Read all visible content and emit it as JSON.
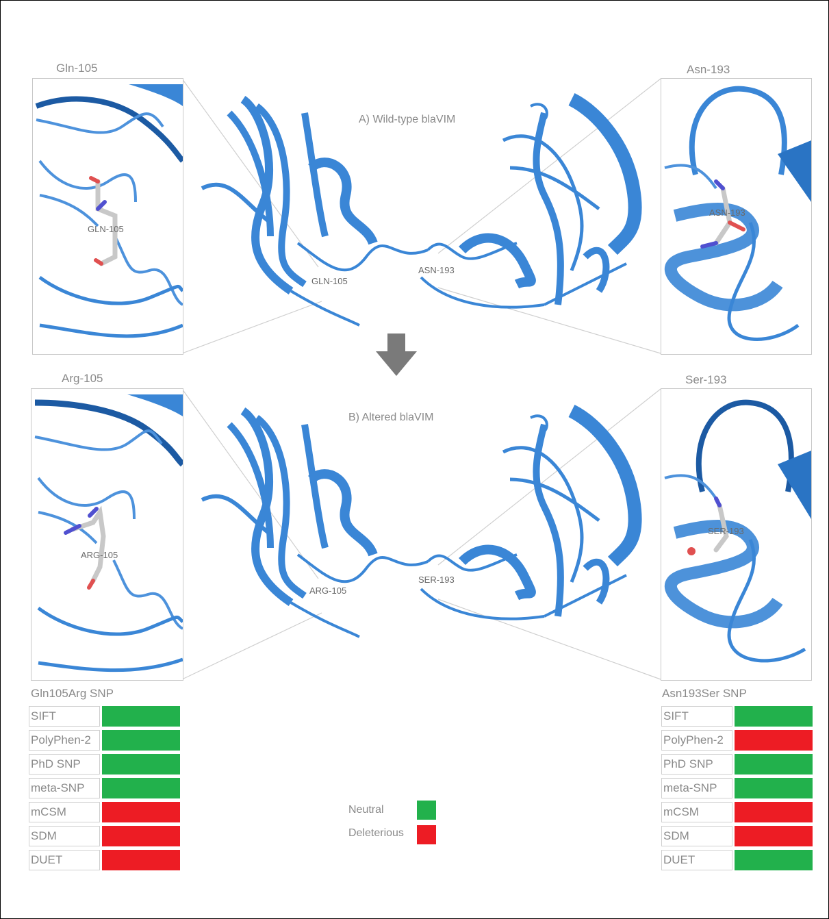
{
  "colors": {
    "neutral": "#22b14c",
    "deleterious": "#ed1c24",
    "ribbon": "#3a86d6",
    "ribbon_dark": "#1c5aa3"
  },
  "panel_a": {
    "title": "A) Wild-type blaVIM",
    "left_inset_title": "Gln-105",
    "right_inset_title": "Asn-193",
    "left_residue_label": "GLN-105",
    "right_residue_label": "ASN-193",
    "center_left_label": "GLN-105",
    "center_right_label": "ASN-193"
  },
  "panel_b": {
    "title": "B) Altered blaVIM",
    "left_inset_title": "Arg-105",
    "right_inset_title": "Ser-193",
    "left_residue_label": "ARG-105",
    "right_residue_label": "SER-193",
    "center_left_label": "ARG-105",
    "center_right_label": "SER-193"
  },
  "arrow_icon": "down-arrow-icon",
  "left_table": {
    "title": "Gln105Arg SNP",
    "rows": [
      {
        "tool": "SIFT",
        "result": "neutral"
      },
      {
        "tool": "PolyPhen-2",
        "result": "neutral"
      },
      {
        "tool": "PhD SNP",
        "result": "neutral"
      },
      {
        "tool": "meta-SNP",
        "result": "neutral"
      },
      {
        "tool": "mCSM",
        "result": "deleterious"
      },
      {
        "tool": "SDM",
        "result": "deleterious"
      },
      {
        "tool": "DUET",
        "result": "deleterious"
      }
    ]
  },
  "right_table": {
    "title": "Asn193Ser SNP",
    "rows": [
      {
        "tool": "SIFT",
        "result": "neutral"
      },
      {
        "tool": "PolyPhen-2",
        "result": "deleterious"
      },
      {
        "tool": "PhD SNP",
        "result": "neutral"
      },
      {
        "tool": "meta-SNP",
        "result": "neutral"
      },
      {
        "tool": "mCSM",
        "result": "deleterious"
      },
      {
        "tool": "SDM",
        "result": "deleterious"
      },
      {
        "tool": "DUET",
        "result": "neutral"
      }
    ]
  },
  "legend": {
    "neutral_label": "Neutral",
    "deleterious_label": "Deleterious"
  }
}
